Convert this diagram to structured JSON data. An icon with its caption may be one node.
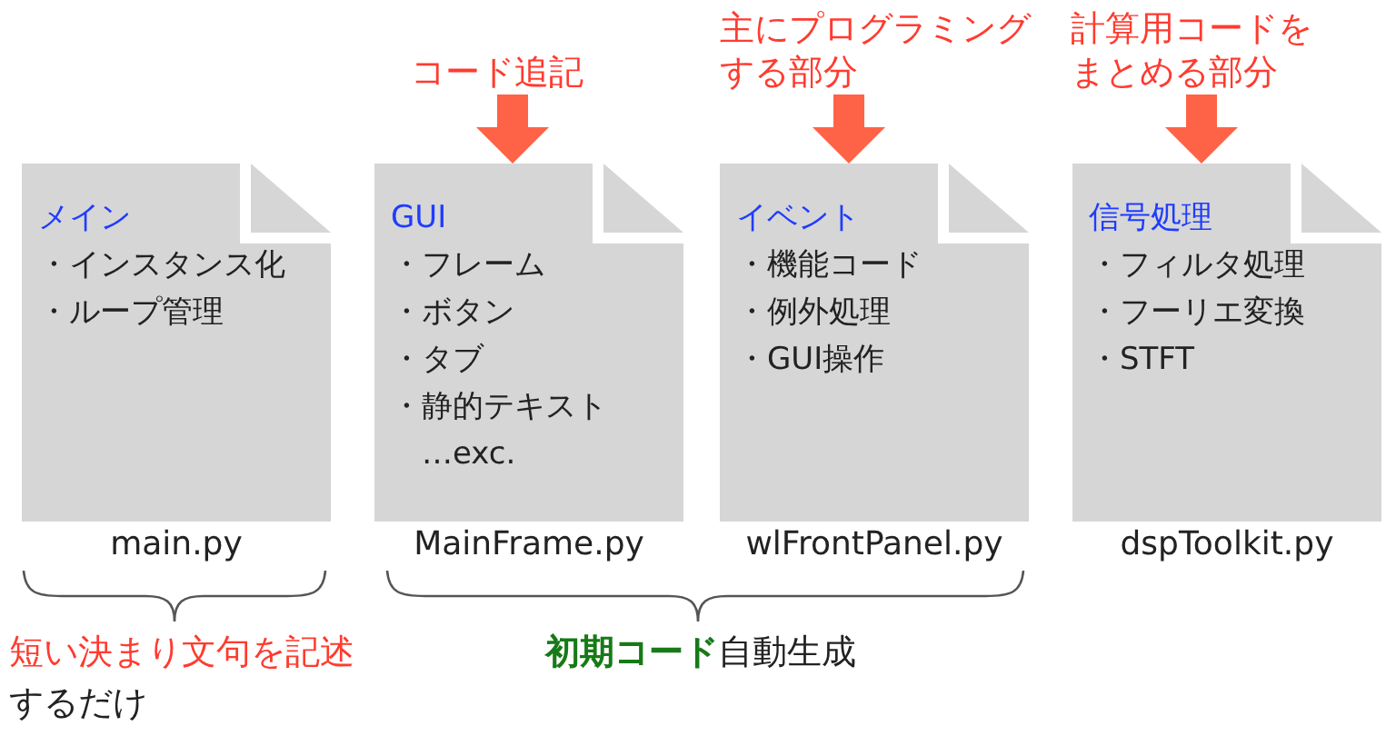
{
  "diagram": {
    "nodes": [
      {
        "text": [
          "コード追記"
        ]
      },
      {
        "text": [
          "主にプログラミングする部分"
        ]
      },
      {
        "text": [
          "計算用コードをまとめる部分"
        ]
      },
      {
        "text": [
          "メイン",
          "・インスタンス化",
          "・ループ管理"
        ],
        "beside": [
          "main.py"
        ]
      },
      {
        "text": [
          "GUI",
          "・フレーム",
          "・ボタン",
          "・タブ",
          "・静的テキスト",
          "…exc."
        ],
        "beside": [
          "MainFrame.py"
        ]
      },
      {
        "text": [
          "イベント",
          "・機能コード",
          "・例外処理",
          "・GUI操作"
        ],
        "beside": [
          "wlFrontPanel.py"
        ]
      },
      {
        "text": [
          "信号処理",
          "・フィルタ処理",
          "・フーリエ変換",
          "・STFT"
        ],
        "beside": [
          "dspToolkit.py"
        ]
      }
    ],
    "edges": [
      {
        "from": 0,
        "to": 4,
        "arrow": "to"
      },
      {
        "from": 1,
        "to": 5,
        "arrow": "to"
      },
      {
        "from": 2,
        "to": 6,
        "arrow": "to"
      }
    ],
    "labels": [
      "短い決まり文句を記述",
      "するだけ",
      "**初期コード**自動生成"
    ]
  }
}
